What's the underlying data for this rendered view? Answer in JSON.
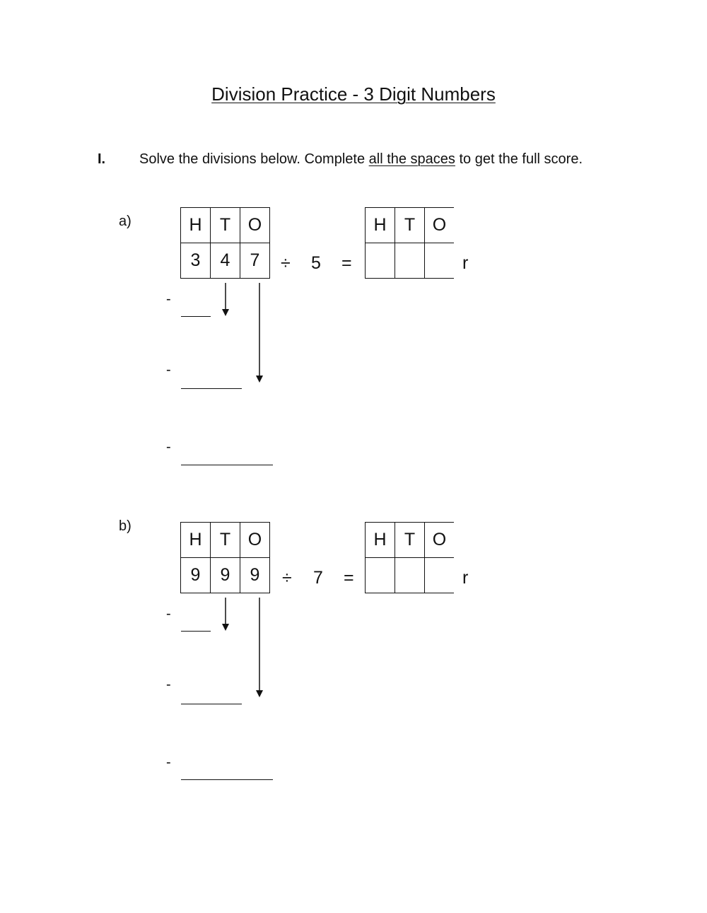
{
  "title": "Division Practice - 3 Digit Numbers",
  "instruction": {
    "number": "I.",
    "text_before": "Solve the divisions below. Complete ",
    "text_underlined": "all the spaces",
    "text_after": " to get the full score."
  },
  "problems": [
    {
      "label": "a)",
      "headers": [
        "H",
        "T",
        "O"
      ],
      "digits": [
        "3",
        "4",
        "7"
      ],
      "divide_sign": "÷",
      "divisor": "5",
      "equals_sign": "=",
      "answer_headers": [
        "H",
        "T",
        "O"
      ],
      "answer_values": [
        "",
        "",
        ""
      ],
      "remainder_label": "r",
      "subtraction_marks": [
        "-",
        "-",
        "-"
      ]
    },
    {
      "label": "b)",
      "headers": [
        "H",
        "T",
        "O"
      ],
      "digits": [
        "9",
        "9",
        "9"
      ],
      "divide_sign": "÷",
      "divisor": "7",
      "equals_sign": "=",
      "answer_headers": [
        "H",
        "T",
        "O"
      ],
      "answer_values": [
        "",
        "",
        ""
      ],
      "remainder_label": "r",
      "subtraction_marks": [
        "-",
        "-",
        "-"
      ]
    }
  ]
}
